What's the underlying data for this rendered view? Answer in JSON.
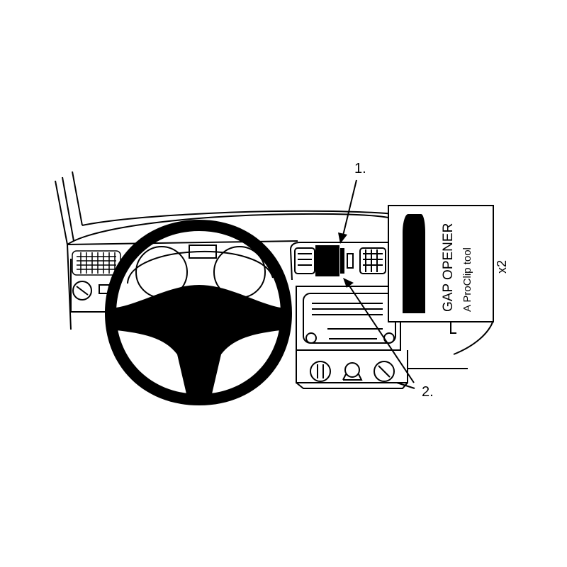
{
  "callouts": {
    "step1": "1.",
    "step2": "2."
  },
  "tool": {
    "title": "GAP OPENER",
    "subtitle": "A ProClip tool",
    "quantity": "x2"
  },
  "colors": {
    "ink": "#000000",
    "paper": "#ffffff"
  }
}
